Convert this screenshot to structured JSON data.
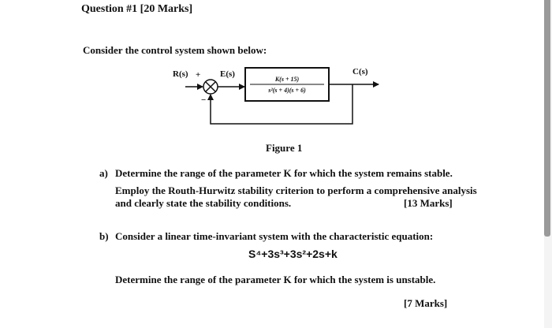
{
  "header": {
    "title": "Question #1 [20 Marks]"
  },
  "intro": "Consider the control system shown below:",
  "figure": {
    "input_label": "R(s)",
    "plus_sign": "+",
    "minus_sign": "−",
    "error_label": "E(s)",
    "output_label": "C(s)",
    "tf_numerator": "K(s + 15)",
    "tf_denominator": "s²(s + 4)(s + 6)",
    "caption": "Figure 1"
  },
  "part_a": {
    "label": "a)",
    "line1": "Determine the range of the parameter K for which the system remains stable.",
    "line2": "Employ the Routh-Hurwitz stability criterion to perform a comprehensive analysis",
    "line3": "and clearly state the stability conditions.",
    "marks": "[13 Marks]"
  },
  "part_b": {
    "label": "b)",
    "line1": "Consider a linear time-invariant system with the characteristic equation:",
    "equation": "S⁴+3s³+3s²+2s+k",
    "line2": "Determine the range of the parameter K for which the system is unstable.",
    "marks": "[7 Marks]"
  }
}
